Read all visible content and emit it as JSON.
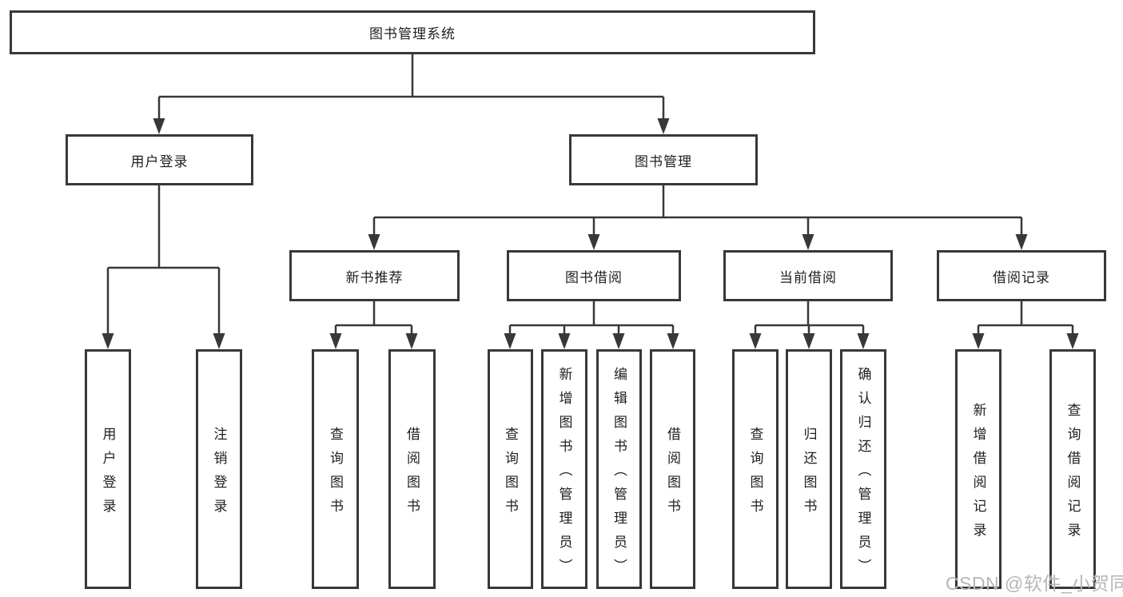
{
  "diagram": {
    "root": {
      "label": "图书管理系统"
    },
    "branches": [
      {
        "label": "用户登录",
        "children": [
          {
            "label": "用户登录"
          },
          {
            "label": "注销登录"
          }
        ]
      },
      {
        "label": "图书管理",
        "children": [
          {
            "label": "新书推荐",
            "children": [
              {
                "label": "查询图书"
              },
              {
                "label": "借阅图书"
              }
            ]
          },
          {
            "label": "图书借阅",
            "children": [
              {
                "label": "查询图书"
              },
              {
                "label": "新增图书（管理员）"
              },
              {
                "label": "编辑图书（管理员）"
              },
              {
                "label": "借阅图书"
              }
            ]
          },
          {
            "label": "当前借阅",
            "children": [
              {
                "label": "查询图书"
              },
              {
                "label": "归还图书"
              },
              {
                "label": "确认归还（管理员）"
              }
            ]
          },
          {
            "label": "借阅记录",
            "children": [
              {
                "label": "新增借阅记录"
              },
              {
                "label": "查询借阅记录"
              }
            ]
          }
        ]
      }
    ]
  },
  "watermark": {
    "text": "CSDN @软件_小贺同学"
  },
  "colors": {
    "line": "#383838",
    "text": "#1f1f1f",
    "watermark": "#b4b7b9",
    "background": "#ffffff"
  }
}
